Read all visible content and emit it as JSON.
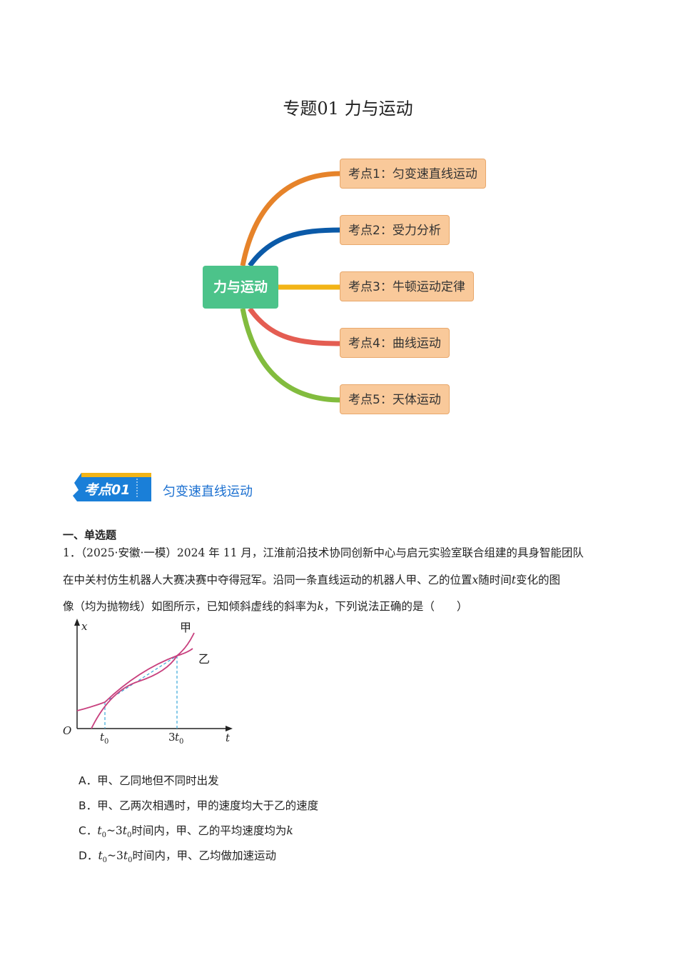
{
  "title": "专题01 力与运动",
  "mindmap": {
    "root": "力与运动",
    "nodes": [
      {
        "label": "考点1：匀变速直线运动",
        "color": "#e6832a"
      },
      {
        "label": "考点2：受力分析",
        "color": "#0b5aa8"
      },
      {
        "label": "考点3：牛顿运动定律",
        "color": "#f2b417"
      },
      {
        "label": "考点4：曲线运动",
        "color": "#e45d52"
      },
      {
        "label": "考点5：天体运动",
        "color": "#82bc3e"
      }
    ]
  },
  "section": {
    "badge": "考点01",
    "heading": "匀变速直线运动"
  },
  "question_type": "一、单选题",
  "question": {
    "line1": "1．（2025·安徽·一模）2024 年 11 月，江淮前沿技术协同创新中心与启元实验室联合组建的具身智能团队",
    "line2a": "在中关村仿生机器人大赛决赛中夺得冠军。沿同一条直线运动的机器人甲、乙的位置",
    "line2var1": "x",
    "line2b": "随时间",
    "line2var2": "t",
    "line2c": "变化的图",
    "line3a": "像（均为抛物线）如图所示，已知倾斜虚线的斜率为",
    "line3var": "k",
    "line3b": "，下列说法正确的是（　　）"
  },
  "graph": {
    "axis_x": "x",
    "axis_t": "t",
    "origin": "O",
    "tick1": "t",
    "tick1_sub": "0",
    "tick2_pre": "3",
    "tick2": "t",
    "tick2_sub": "0",
    "curve_jia": "甲",
    "curve_yi": "乙"
  },
  "options": [
    {
      "letter": "A．",
      "text": "甲、乙同地但不同时出发"
    },
    {
      "letter": "B．",
      "text": "甲、乙两次相遇时，甲的速度均大于乙的速度"
    },
    {
      "letter": "C．",
      "pre": "t",
      "sub1": "0",
      "mid": "~3",
      "pre2": "t",
      "sub2": "0",
      "text": "时间内，甲、乙的平均速度均为",
      "var": "k"
    },
    {
      "letter": "D．",
      "pre": "t",
      "sub1": "0",
      "mid": "~3",
      "pre2": "t",
      "sub2": "0",
      "text": "时间内，甲、乙均做加速运动"
    }
  ]
}
